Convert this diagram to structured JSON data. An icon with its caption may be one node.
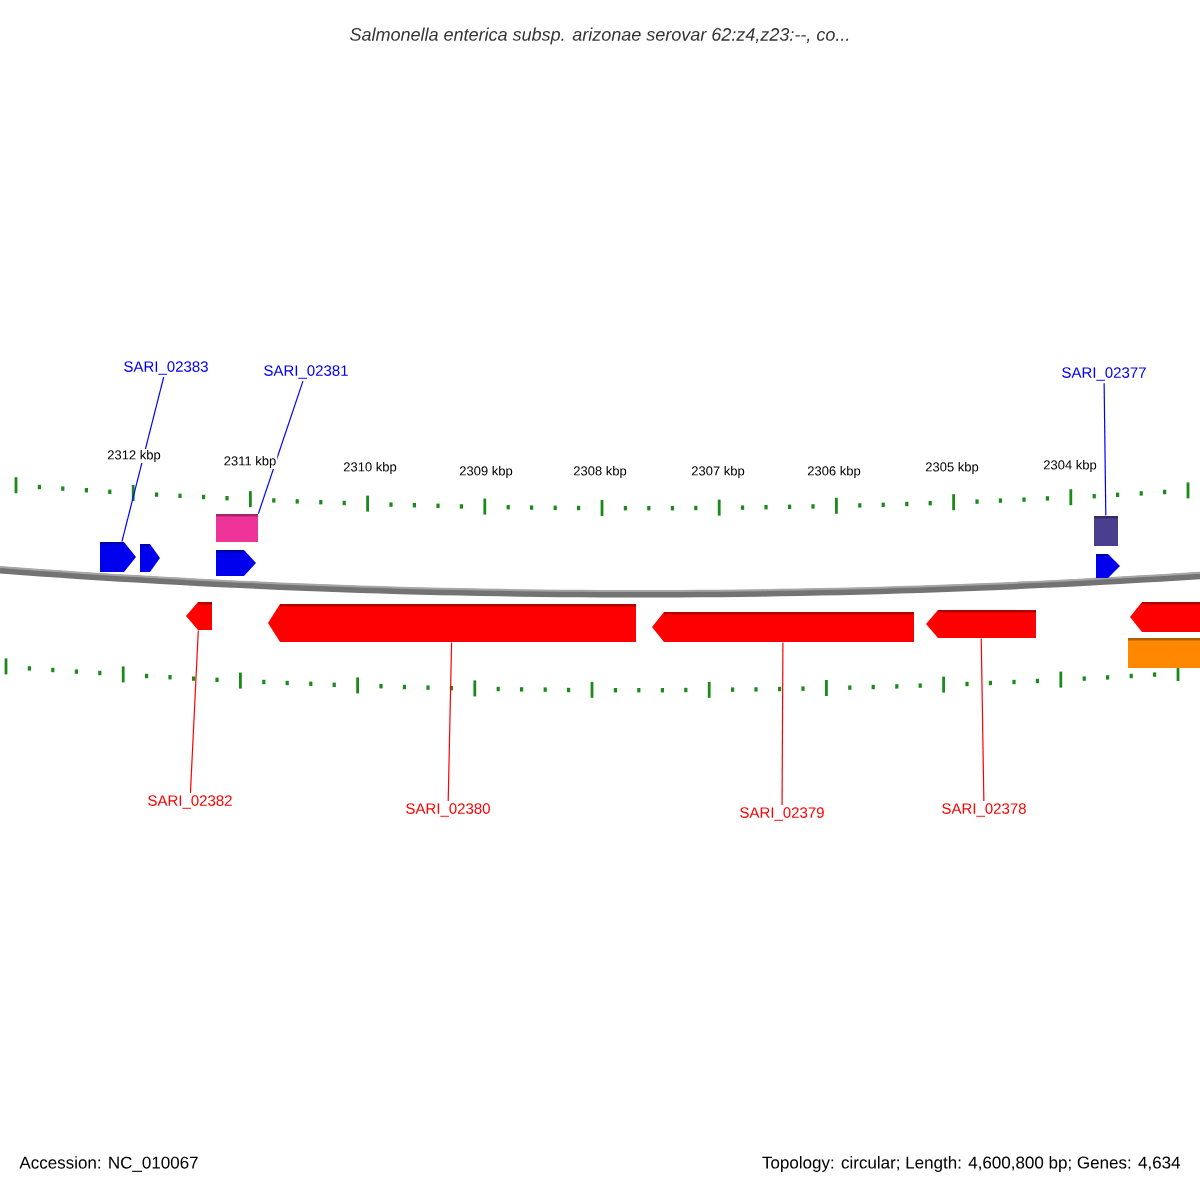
{
  "diagram": {
    "title": "Salmonella enterica subsp. arizonae serovar 62:z4,z23:--, co...",
    "nodes": [
      {
        "text": [
          "SARI_02383"
        ]
      },
      {
        "text": [
          "SARI_02381"
        ]
      },
      {
        "text": [
          "SARI_02377"
        ]
      },
      {
        "text": [],
        "shape": "bar"
      },
      {
        "text": [],
        "shape": "bar"
      },
      {
        "text": [],
        "shape": "box"
      },
      {
        "text": [],
        "shape": "bar"
      },
      {
        "text": [],
        "shape": "box"
      },
      {
        "text": [],
        "shape": "bar"
      },
      {
        "text": [],
        "shape": "bar"
      },
      {
        "text": [],
        "shape": "bar"
      },
      {
        "text": [],
        "shape": "bar"
      },
      {
        "text": [],
        "shape": "bar"
      },
      {
        "text": [],
        "shape": "bar"
      },
      {
        "text": [],
        "shape": "box"
      },
      {
        "text": [
          "SARI_02382"
        ]
      },
      {
        "text": [
          "SARI_02380"
        ]
      },
      {
        "text": [
          "SARI_02379"
        ]
      },
      {
        "text": [
          "SARI_02378"
        ]
      }
    ],
    "edges": [
      {
        "from": 0,
        "to": 3,
        "arrow": "none",
        "color": "#0000ff"
      },
      {
        "from": 1,
        "to": 5,
        "arrow": "none",
        "color": "#0000ff"
      },
      {
        "from": 2,
        "to": 7,
        "arrow": "none",
        "color": "#0000ff"
      },
      {
        "from": 15,
        "to": 9,
        "arrow": "none"
      },
      {
        "from": 16,
        "to": 10,
        "arrow": "none"
      },
      {
        "from": 17,
        "to": 11,
        "arrow": "none"
      },
      {
        "from": 18,
        "to": 12,
        "arrow": "none"
      }
    ],
    "labels": [
      "2312 kbp",
      "2311 kbp",
      "2310 kbp",
      "2309 kbp",
      "2308 kbp",
      "2307 kbp",
      "2306 kbp",
      "2305 kbp",
      "2304 kbp",
      "Accession: NC_010067",
      "Topology: circular; Length: 4,600,800 bp; Genes: 4,634"
    ]
  }
}
